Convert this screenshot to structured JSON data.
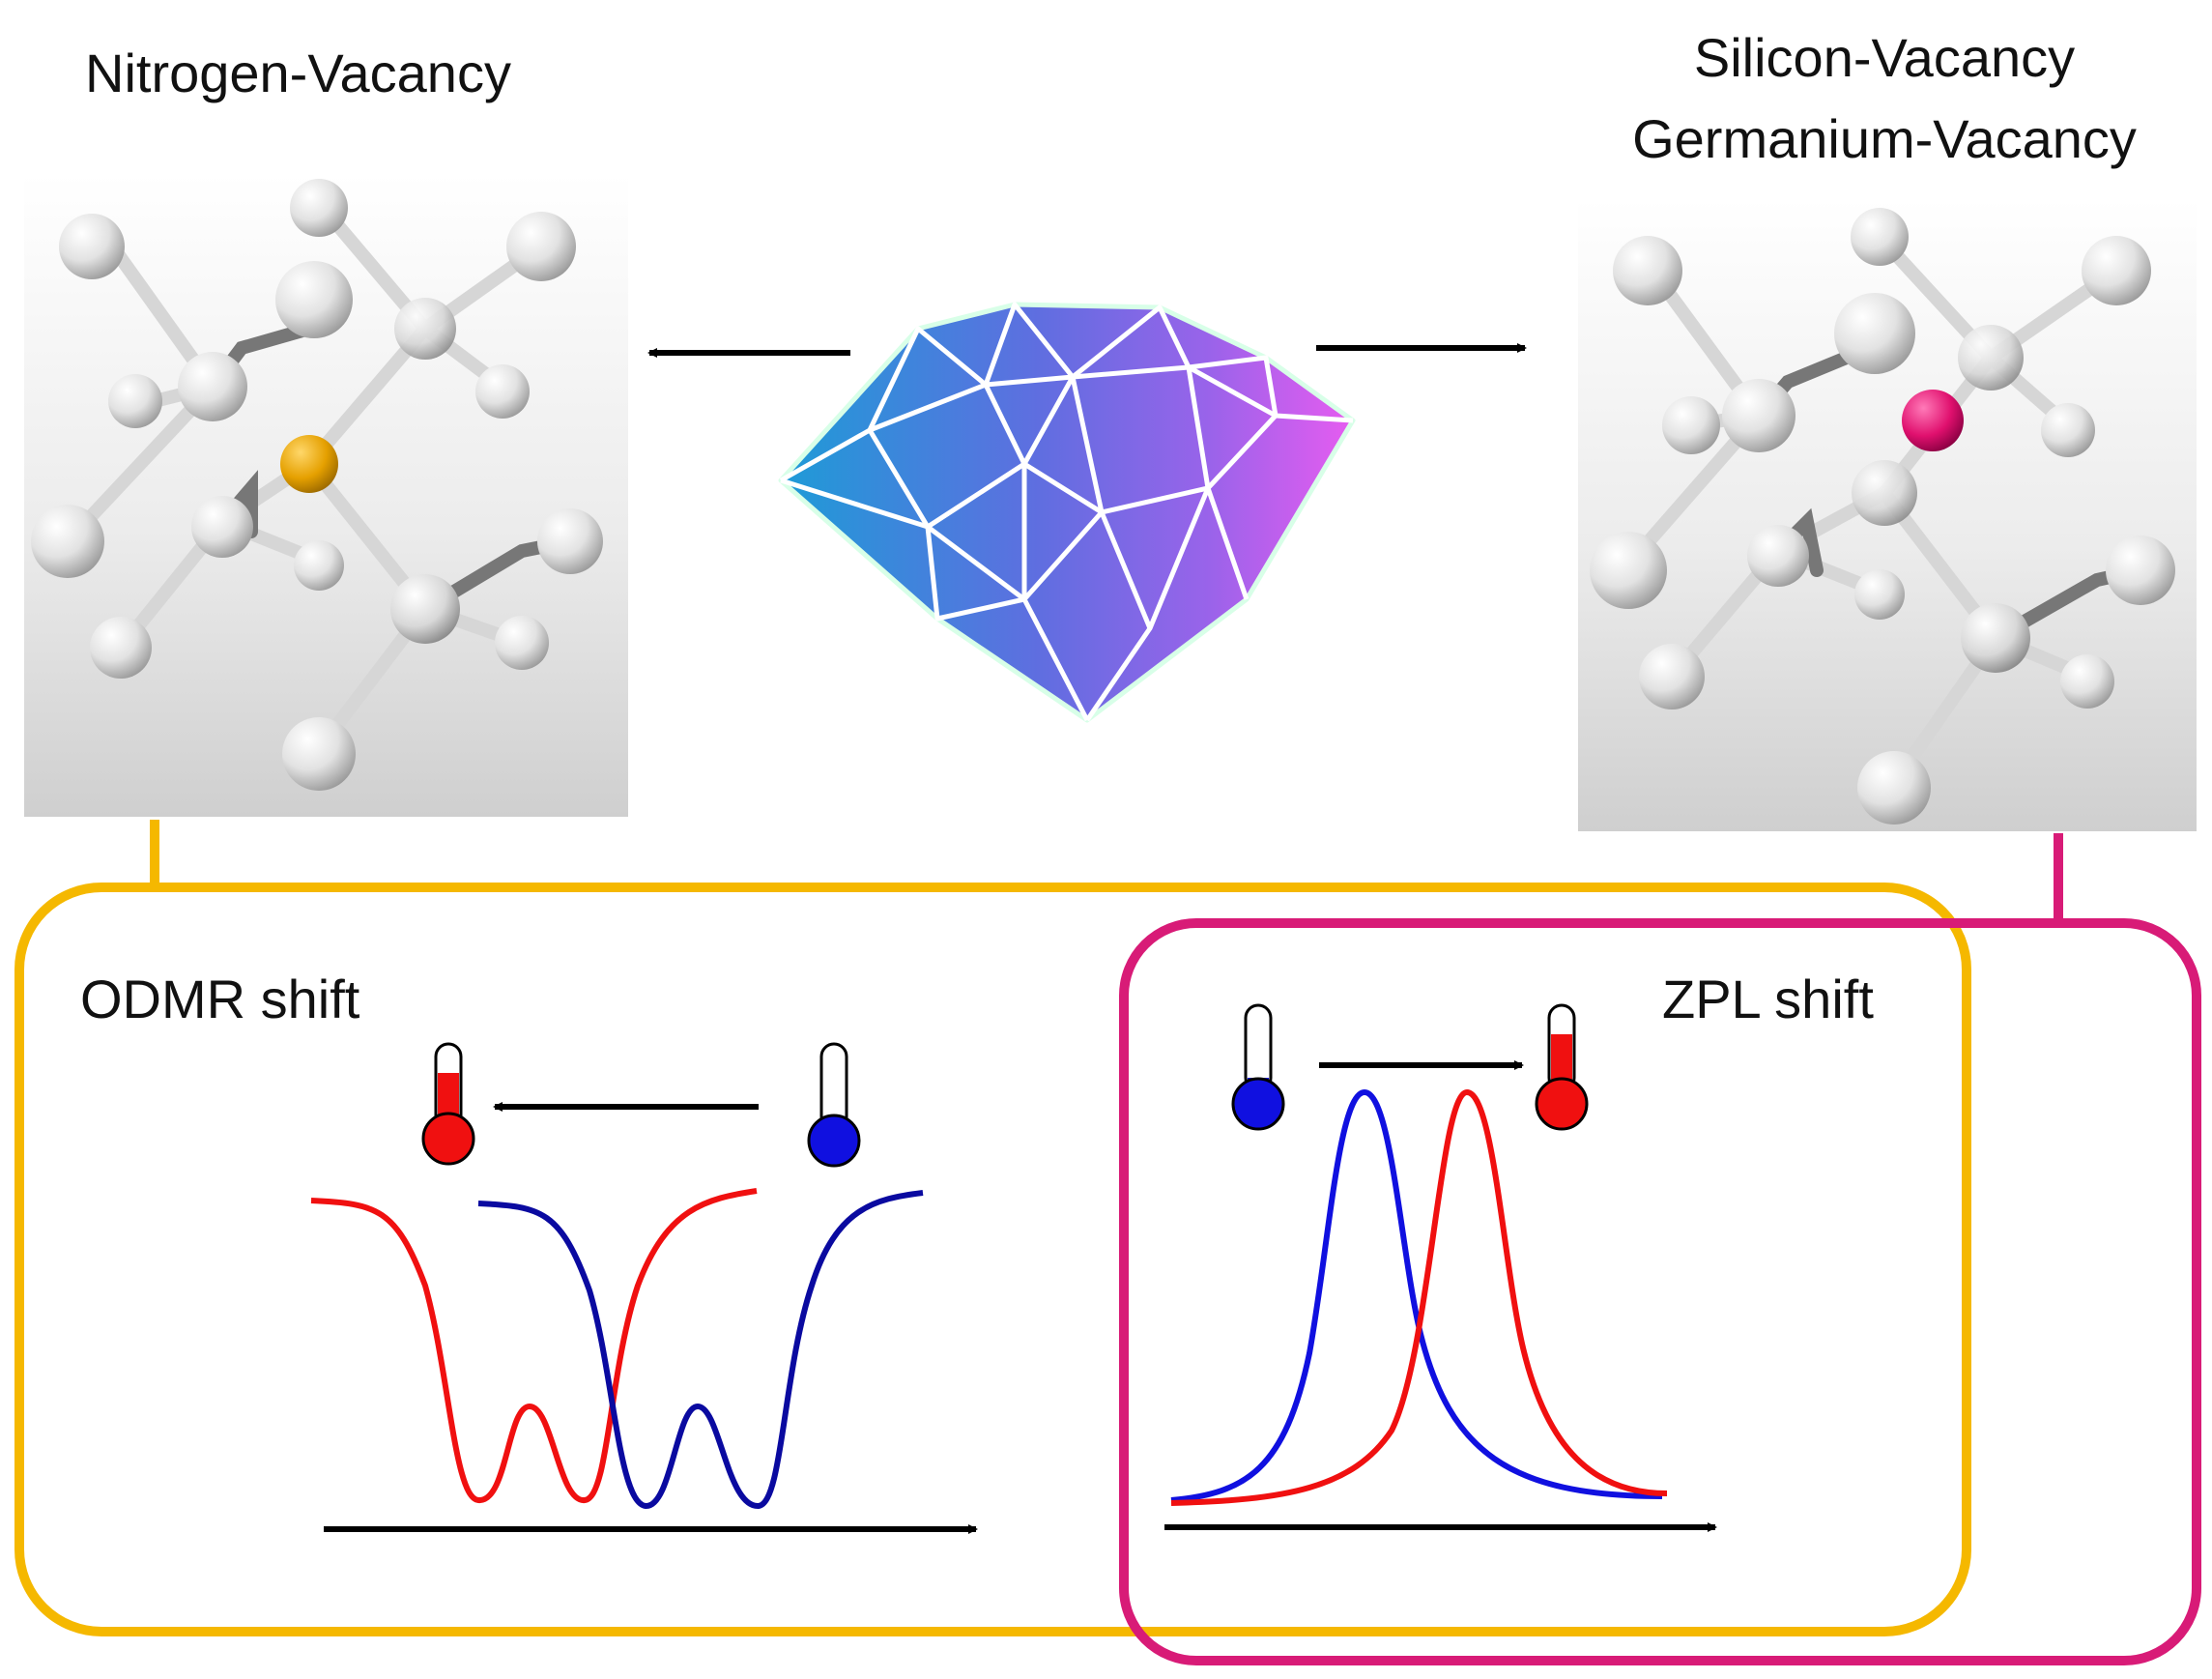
{
  "labels": {
    "nv": "Nitrogen-Vacancy",
    "siv": "Silicon-Vacancy",
    "gev": "Germanium-Vacancy",
    "odmr": "ODMR shift",
    "zpl": "ZPL shift"
  },
  "colors": {
    "yellow_box": "#F5B800",
    "magenta_box": "#D81B77",
    "nitrogen_atom": "#E5A000",
    "dopant_atom": "#E0106E",
    "hot": "#F01010",
    "cold": "#1010E0",
    "odmr_cold": "#0A0AA0",
    "diamond_left": "#1E9BD7",
    "diamond_right": "#E65CF0"
  },
  "icons": {
    "hot_thermometer": "thermometer-hot-icon",
    "cold_thermometer": "thermometer-cold-icon",
    "diamond": "diamond-gem-icon"
  }
}
